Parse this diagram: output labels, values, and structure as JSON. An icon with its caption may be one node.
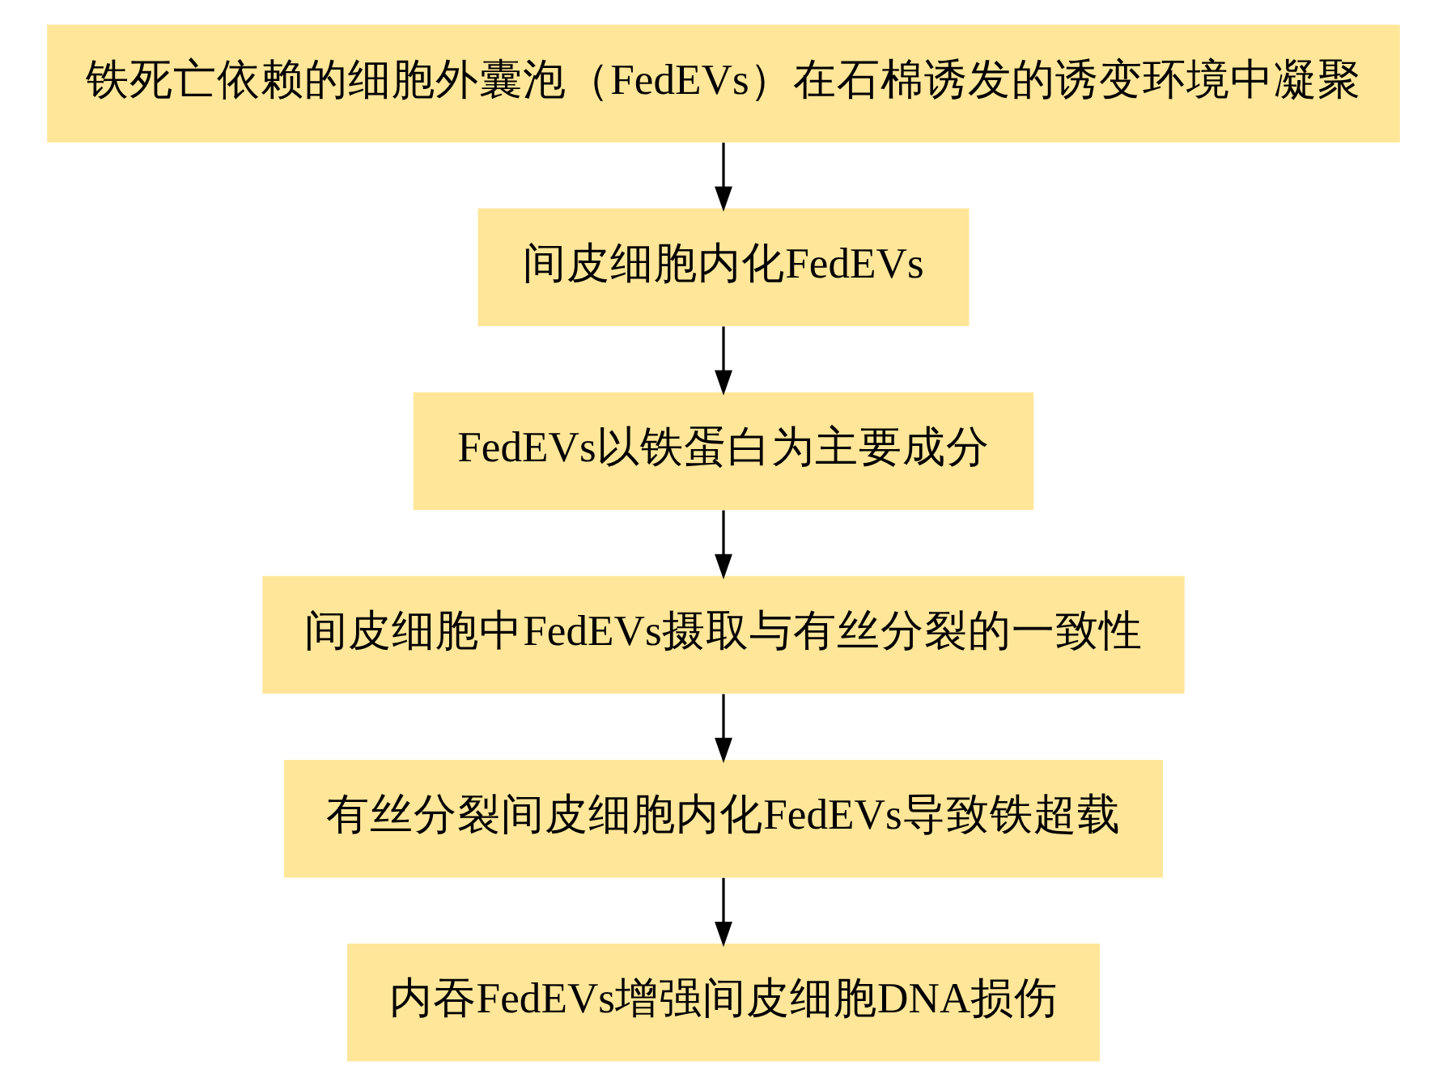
{
  "diagram": {
    "nodes": [
      {
        "text": [
          "铁死亡依赖的细胞外囊泡（FedEVs）在石棉诱发的诱变环境中凝聚"
        ]
      },
      {
        "text": [
          "间皮细胞内化FedEVs"
        ]
      },
      {
        "text": [
          "FedEVs以铁蛋白为主要成分"
        ]
      },
      {
        "text": [
          "间皮细胞中FedEVs摄取与有丝分裂的一致性"
        ]
      },
      {
        "text": [
          "有丝分裂间皮细胞内化FedEVs导致铁超载"
        ]
      },
      {
        "text": [
          "内吞FedEVs增强间皮细胞DNA损伤"
        ]
      }
    ],
    "edges": [
      {
        "from": 0,
        "to": 1,
        "arrow": "to"
      },
      {
        "from": 1,
        "to": 2,
        "arrow": "to"
      },
      {
        "from": 2,
        "to": 3,
        "arrow": "to"
      },
      {
        "from": 3,
        "to": 4,
        "arrow": "to"
      },
      {
        "from": 4,
        "to": 5,
        "arrow": "to"
      }
    ]
  }
}
